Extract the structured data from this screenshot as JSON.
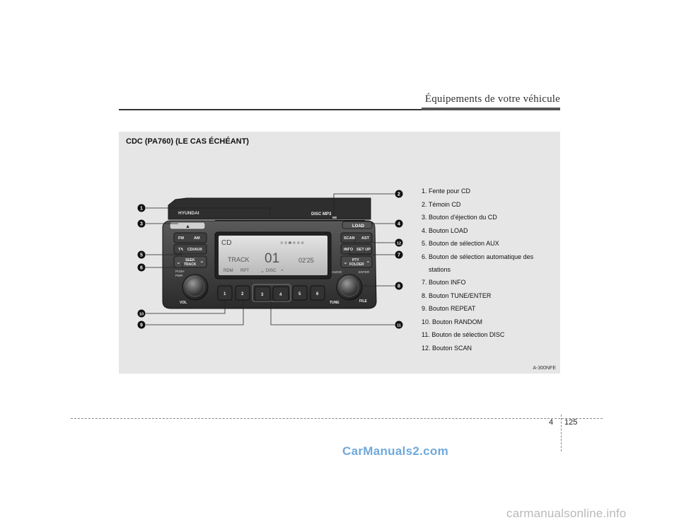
{
  "header": {
    "title": "Équipements de votre véhicule"
  },
  "figure": {
    "title": "CDC (PA760) (LE CAS ÉCHÉANT)",
    "ref": "A-300NFE",
    "radio": {
      "brand": "HYUNDAI",
      "formats": "DISC  MP3",
      "display": {
        "source": "CD",
        "track_label": "TRACK",
        "track_number": "01",
        "time": "02'25",
        "rdm": "RDM",
        "rpt": "RPT",
        "disc": "DISC",
        "disc_slots": [
          "1",
          "2",
          "3",
          "4",
          "5",
          "6"
        ]
      },
      "buttons": {
        "eject": "▲",
        "load": "LOAD",
        "fm": "FM",
        "am": "AM",
        "ta": "TA",
        "cd_aux": "CD/AUX",
        "seek": "SEEK",
        "track": "TRACK",
        "push": "PUSH",
        "pwr": "PWR",
        "vol": "VOL",
        "scan": "SCAN",
        "ast": "AST",
        "info": "INFO",
        "setup": "SET UP",
        "pty": "PTY",
        "folder": "FOLDER",
        "audio": "AUDIO",
        "enter": "ENTER",
        "tune": "TUNE",
        "file": "FILE",
        "presets": [
          "1",
          "2",
          "3",
          "4",
          "5",
          "6"
        ]
      }
    },
    "callouts": [
      {
        "num": "1",
        "side": "left"
      },
      {
        "num": "2",
        "side": "right"
      },
      {
        "num": "3",
        "side": "left"
      },
      {
        "num": "4",
        "side": "right"
      },
      {
        "num": "5",
        "side": "left"
      },
      {
        "num": "6",
        "side": "left"
      },
      {
        "num": "7",
        "side": "right"
      },
      {
        "num": "8",
        "side": "right"
      },
      {
        "num": "9",
        "side": "left"
      },
      {
        "num": "10",
        "side": "left"
      },
      {
        "num": "11",
        "side": "right"
      },
      {
        "num": "12",
        "side": "right"
      }
    ],
    "legend": [
      "1. Fente pour CD",
      "2. Témoin CD",
      "3. Bouton d'éjection du CD",
      "4. Bouton LOAD",
      "5. Bouton de sélection AUX",
      "6. Bouton de sélection automatique des",
      "stations",
      "7. Bouton INFO",
      "8. Bouton TUNE/ENTER",
      "9. Bouton REPEAT",
      "10. Bouton RANDOM",
      "11. Bouton de sélection DISC",
      "12. Bouton SCAN"
    ]
  },
  "footer": {
    "chapter": "4",
    "page": "125"
  },
  "watermarks": {
    "top": "CarManuals2.com",
    "bottom": "carmanualsonline.info"
  }
}
